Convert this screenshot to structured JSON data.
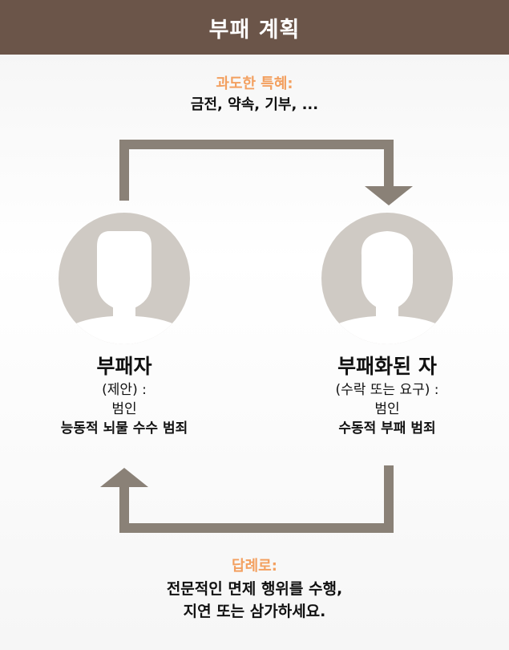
{
  "title": "부패 계획",
  "top_label": {
    "heading": "과도한 특혜:",
    "text": "금전, 약속, 기부, ..."
  },
  "left_person": {
    "name": "부패자",
    "role": "(제안) :",
    "category": "범인",
    "crime": "능동적 뇌물 수수 범죄"
  },
  "right_person": {
    "name": "부패화된 자",
    "role": "(수락 또는 요구) :",
    "category": "범인",
    "crime": "수동적 부패 범죄"
  },
  "bottom_label": {
    "heading": "답례로:",
    "line1": "전문적인 면제 행위를 수행,",
    "line2": "지연 또는 삼가하세요."
  },
  "colors": {
    "header": "#6b5549",
    "arrow": "#8a8177",
    "avatar_bg": "#cfcac4",
    "accent": "#f3a060"
  }
}
